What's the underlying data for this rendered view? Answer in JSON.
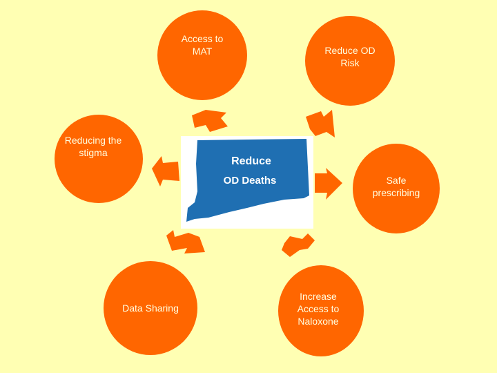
{
  "colors": {
    "background": "#ffffb3",
    "node": "#ff6600",
    "node_text": "#ffffe0",
    "center_map": "#1f6fb2"
  },
  "center": {
    "line1": "Reduce",
    "line2": "OD Deaths"
  },
  "nodes": {
    "access_to_mat": "Access to\nMAT",
    "reduce_od_risk": "Reduce OD\nRisk",
    "reducing_stigma": "Reducing the\nstigma",
    "safe_prescribing": "Safe\nprescribing",
    "data_sharing": "Data Sharing",
    "naloxone": "Increase\nAccess to\nNaloxone"
  }
}
